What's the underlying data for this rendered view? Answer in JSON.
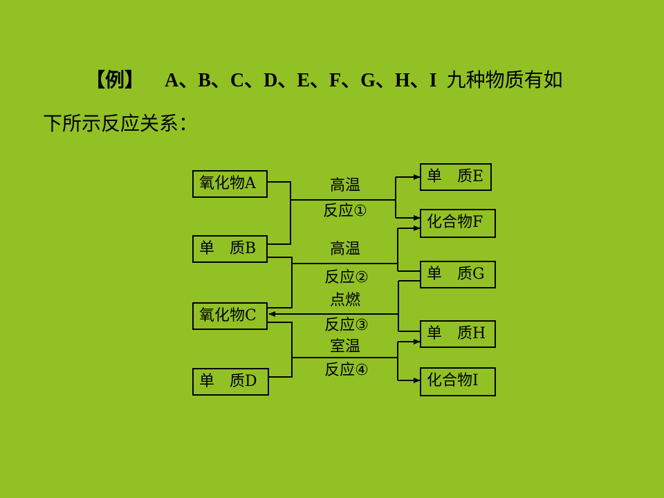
{
  "intro": {
    "label": "【例】",
    "letters": "A、B、C、D、E、F、G、H、I",
    "rest": "九种物质有如",
    "line2": "下所示反应关系："
  },
  "left_boxes": {
    "a": "氧化物A",
    "b": "单　质B",
    "c": "氧化物C",
    "d": "单　质D"
  },
  "right_boxes": {
    "e": "单　质E",
    "f": "化合物F",
    "g": "单　质G",
    "h": "单　质H",
    "i": "化合物I"
  },
  "reactions": {
    "r1_condition": "高温",
    "r1_name": "反应①",
    "r2_condition": "高温",
    "r2_name": "反应②",
    "r3_condition": "点燃",
    "r3_name": "反应③",
    "r4_condition": "室温",
    "r4_name": "反应④"
  }
}
